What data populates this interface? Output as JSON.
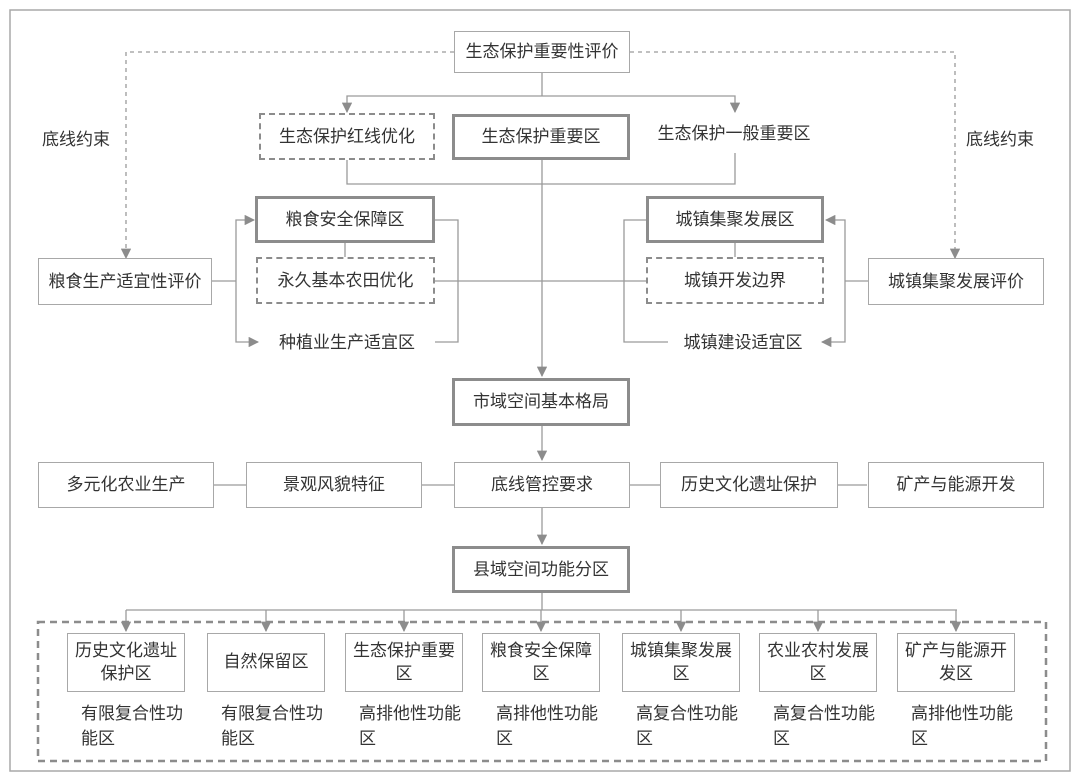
{
  "top": {
    "eco_importance_eval": "生态保护重要性评价"
  },
  "side": {
    "left_constraint": "底线约束",
    "right_constraint": "底线约束"
  },
  "eco": {
    "redline_opt": "生态保护红线优化",
    "important_zone": "生态保护重要区",
    "general_zone": "生态保护一般重要区"
  },
  "food": {
    "eval": "粮食生产适宜性评价",
    "security_zone": "粮食安全保障区",
    "farmland_opt": "永久基本农田优化",
    "planting_zone": "种植业生产适宜区"
  },
  "town": {
    "eval": "城镇集聚发展评价",
    "cluster_zone": "城镇集聚发展区",
    "boundary": "城镇开发边界",
    "construct_zone": "城镇建设适宜区"
  },
  "city_pattern": "市域空间基本格局",
  "row": {
    "agri": "多元化农业生产",
    "landscape": "景观风貌特征",
    "bottomline": "底线管控要求",
    "heritage": "历史文化遗址保护",
    "mineral": "矿产与能源开发"
  },
  "county_zoning": "县域空间功能分区",
  "zones": [
    {
      "name": "历史文化遗址保护区",
      "note": "有限复合性功能区"
    },
    {
      "name": "自然保留区",
      "note": "有限复合性功能区"
    },
    {
      "name": "生态保护重要区",
      "note": "高排他性功能区"
    },
    {
      "name": "粮食安全保障区",
      "note": "高排他性功能区"
    },
    {
      "name": "城镇集聚发展区",
      "note": "高复合性功能区"
    },
    {
      "name": "农业农村发展区",
      "note": "高复合性功能区"
    },
    {
      "name": "矿产与能源开发区",
      "note": "高排他性功能区"
    }
  ]
}
